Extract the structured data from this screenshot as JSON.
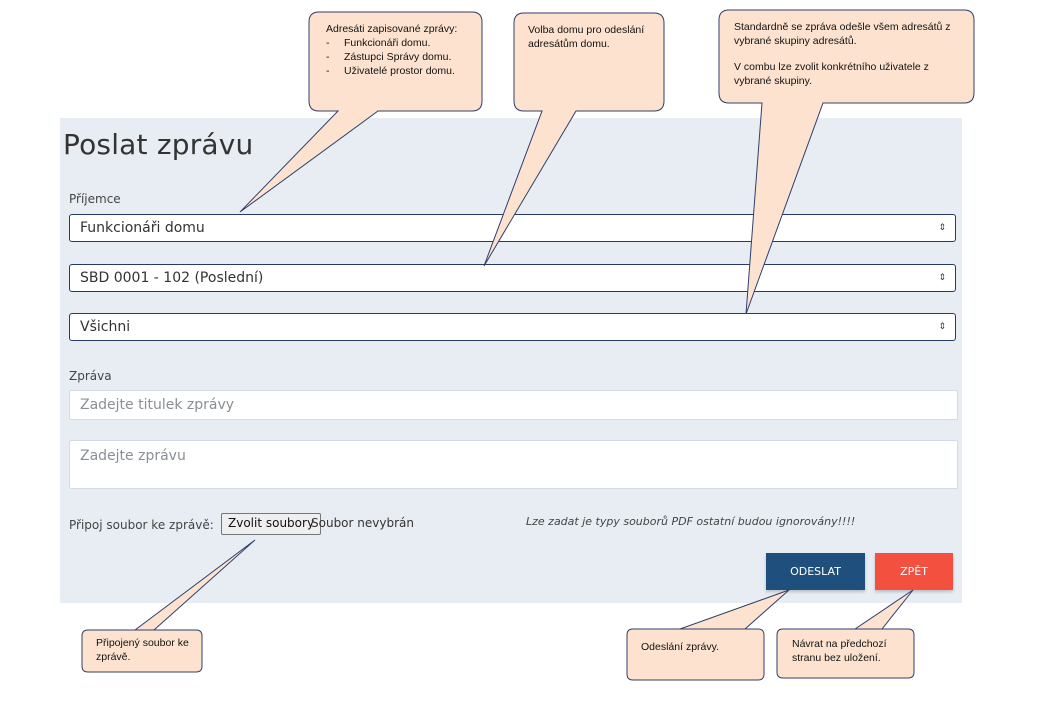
{
  "form": {
    "title": "Poslat zprávu",
    "recipient_label": "Příjemce",
    "recipient_select": "Funkcionáři domu",
    "house_select": "SBD 0001 - 102 (Poslední)",
    "user_select": "Všichni",
    "message_label": "Zpráva",
    "subject_placeholder": "Zadejte titulek zprávy",
    "message_placeholder": "Zadejte zprávu",
    "attach_label": "Připoj soubor ke zprávě:",
    "file_button": "Zvolit soubory",
    "file_status": "Soubor nevybrán",
    "file_note": "Lze zadat je typy souborů PDF ostatní budou ignorovány!!!!",
    "send_button": "ODESLAT",
    "back_button": "ZPĚT"
  },
  "callouts": {
    "recipients": {
      "title": "Adresáti zapisované zprávy:",
      "items": [
        "Funkcionáři domu.",
        "Zástupci Správy domu.",
        "Uživatelé prostor domu."
      ]
    },
    "house": {
      "text": "Volba domu pro odeslání adresátům domu."
    },
    "default": {
      "line1": "Standardně se zpráva odešle všem adresátů z vybrané skupiny adresátů.",
      "line2": "V combu lze zvolit konkrétního uživatele z vybrané skupiny."
    },
    "attachment": {
      "text": "Připojený soubor ke zprávě."
    },
    "send": {
      "text": "Odeslání zprávy."
    },
    "back": {
      "text": "Návrat na předchozí stranu bez uložení."
    }
  },
  "colors": {
    "panel": "#e8edf4",
    "send_button": "#1e4f7d",
    "back_button": "#f4503f",
    "callout_fill": "#fde3cf",
    "callout_stroke": "#2f3f6b"
  }
}
